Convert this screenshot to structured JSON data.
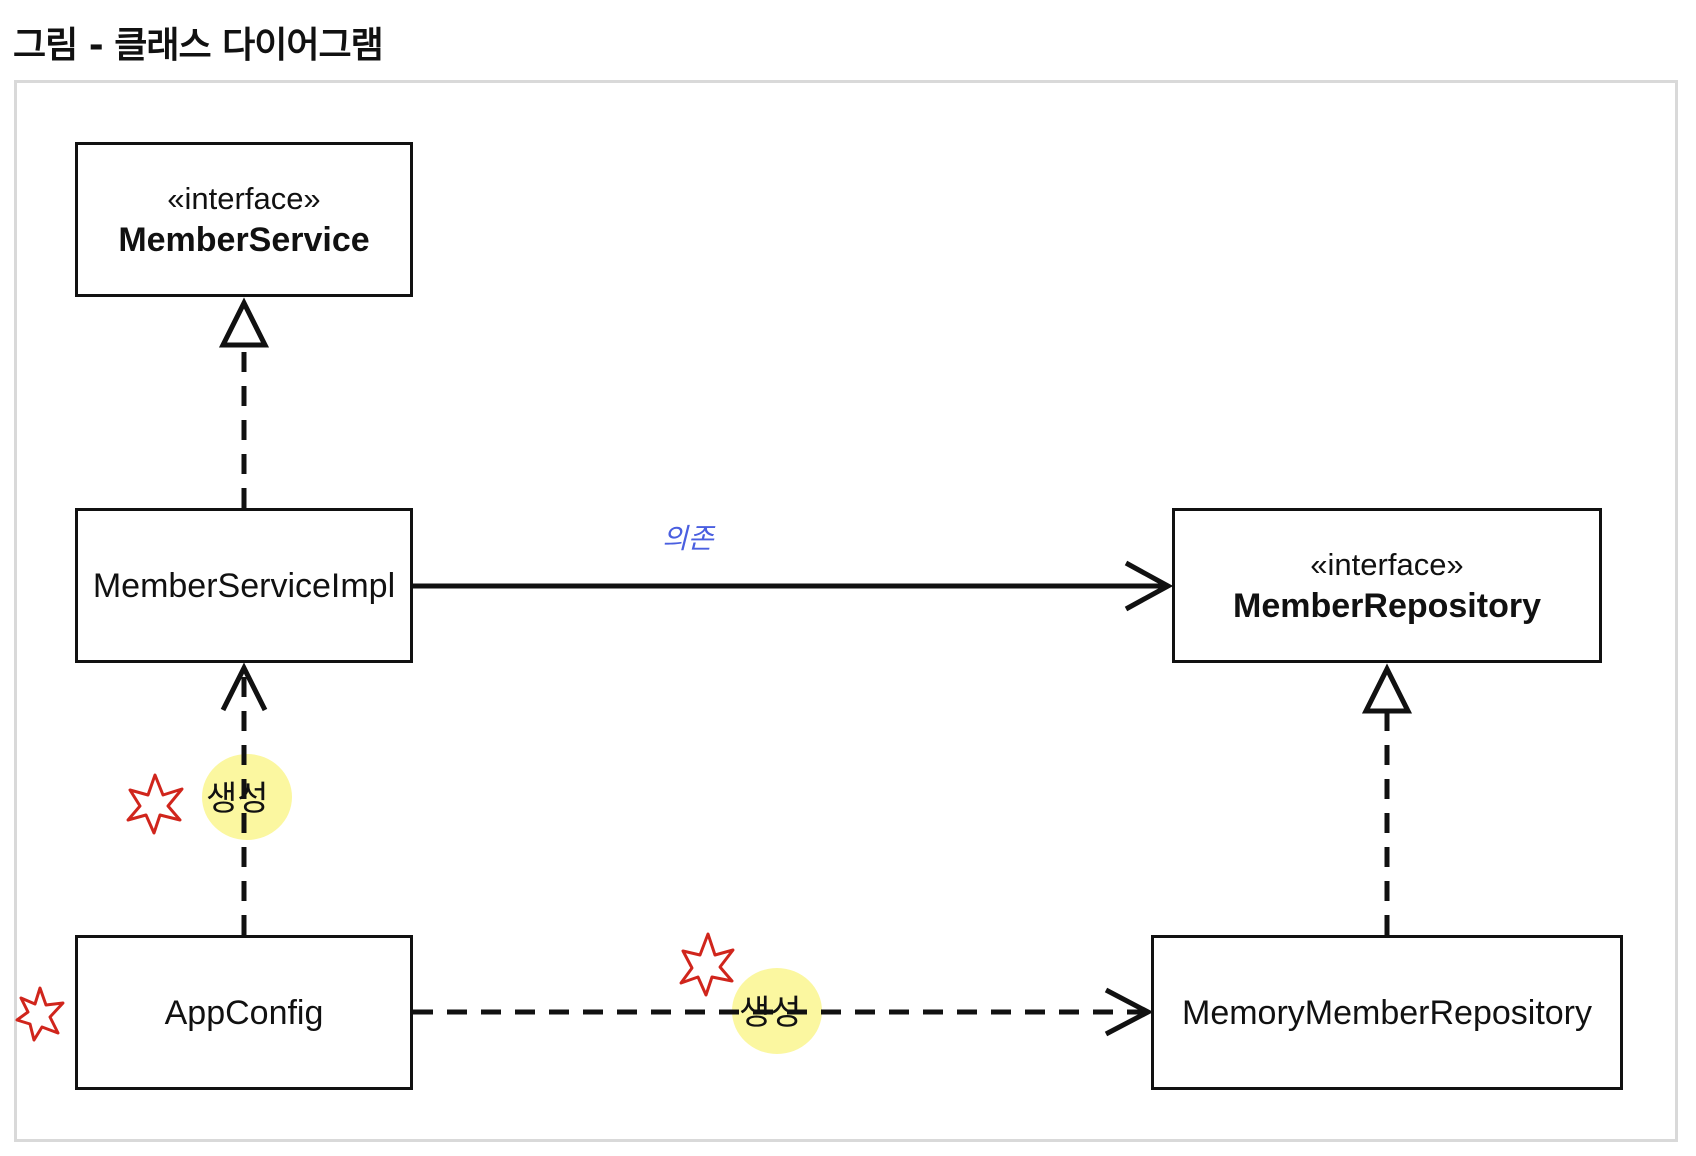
{
  "title": "그림 - 클래스 다이어그램",
  "classes": {
    "member_service": {
      "stereotype": "«interface»",
      "name": "MemberService"
    },
    "member_service_impl": {
      "name": "MemberServiceImpl"
    },
    "member_repository": {
      "stereotype": "«interface»",
      "name": "MemberRepository"
    },
    "app_config": {
      "name": "AppConfig"
    },
    "memory_member_repository": {
      "name": "MemoryMemberRepository"
    }
  },
  "edges": {
    "impl_to_service": {
      "type": "realization"
    },
    "impl_to_repository": {
      "type": "dependency",
      "annotation": "의존"
    },
    "memory_to_repository": {
      "type": "realization"
    },
    "appconfig_to_impl": {
      "type": "creates",
      "label": "생성"
    },
    "appconfig_to_memory": {
      "type": "creates",
      "label": "생성"
    }
  },
  "annotations": {
    "highlight_color": "#fbf7a0",
    "star_color": "#d0251c",
    "handwriting_color": "#4a5fe0",
    "stars": [
      "star-icon",
      "star-icon",
      "star-icon"
    ]
  }
}
